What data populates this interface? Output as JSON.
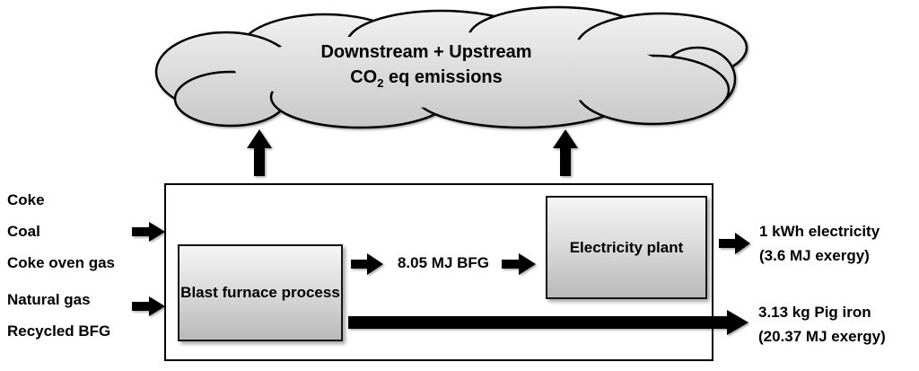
{
  "cloud": {
    "line1": "Downstream + Upstream",
    "line2_prefix": "CO",
    "line2_subscript": "2",
    "line2_suffix": "eq emissions"
  },
  "inputs": {
    "items": [
      "Coke",
      "Coal",
      "Coke oven gas",
      "Natural gas",
      "Recycled BFG"
    ]
  },
  "system": {
    "blast_furnace_label": "Blast furnace process",
    "electricity_plant_label": "Electricity plant",
    "bfg_flow_label": "8.05 MJ BFG"
  },
  "outputs": {
    "electricity": {
      "line1": "1 kWh electricity",
      "line2": "(3.6 MJ exergy)"
    },
    "pig_iron": {
      "line1": "3.13 kg Pig iron",
      "line2": "(20.37 MJ exergy)"
    }
  },
  "icons": {
    "arrows": [
      "input-arrow-coal",
      "input-arrow-natural-gas",
      "emissions-arrow-left",
      "emissions-arrow-right",
      "bfg-arrow-left",
      "bfg-arrow-right",
      "electricity-output-arrow",
      "pig-iron-arrow"
    ]
  },
  "colors": {
    "background": "#ffffff",
    "arrow": "#000000",
    "outline": "#000000",
    "box_gradient_top": "#f4f4f4",
    "box_gradient_bottom": "#b9b9b9",
    "cloud_gradient_top": "#f0f0f0",
    "cloud_gradient_bottom": "#c6c6c6",
    "text": "#000000"
  }
}
